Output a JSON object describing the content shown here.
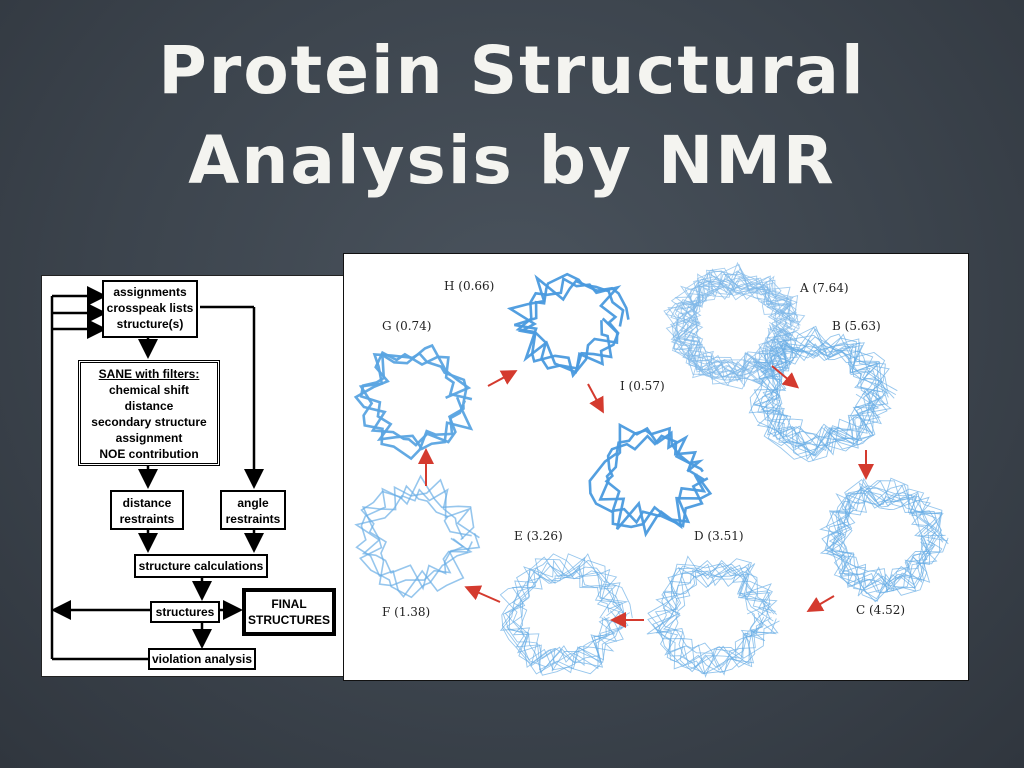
{
  "title": {
    "line1": "Protein Structural",
    "line2": "Analysis by NMR"
  },
  "flowchart": {
    "assignments_box": [
      "assignments",
      "crosspeak lists",
      "structure(s)"
    ],
    "sane_box": {
      "heading": "SANE with filters:",
      "items": [
        "chemical shift",
        "distance",
        "secondary structure",
        "assignment",
        "NOE contribution"
      ]
    },
    "distance_box": [
      "distance",
      "restraints"
    ],
    "angle_box": [
      "angle",
      "restraints"
    ],
    "structure_calc": "structure calculations",
    "structures": "structures",
    "final_box": [
      "FINAL",
      "STRUCTURES"
    ],
    "violation": "violation analysis"
  },
  "ensembles": [
    {
      "label": "A (7.64)",
      "value": 7.64,
      "color": "#7fb8e8"
    },
    {
      "label": "B (5.63)",
      "value": 5.63,
      "color": "#6aaee6"
    },
    {
      "label": "C (4.52)",
      "value": 4.52,
      "color": "#6aaee6"
    },
    {
      "label": "D (3.51)",
      "value": 3.51,
      "color": "#6aaee6"
    },
    {
      "label": "E (3.26)",
      "value": 3.26,
      "color": "#6aaee6"
    },
    {
      "label": "F (1.38)",
      "value": 1.38,
      "color": "#6aaee6"
    },
    {
      "label": "G (0.74)",
      "value": 0.74,
      "color": "#5aa4e2"
    },
    {
      "label": "H (0.66)",
      "value": 0.66,
      "color": "#4a9ade"
    },
    {
      "label": "I (0.57)",
      "value": 0.57,
      "color": "#4a9ade"
    }
  ],
  "arrow_color": "#d43a2e",
  "flow_color": "#000000"
}
